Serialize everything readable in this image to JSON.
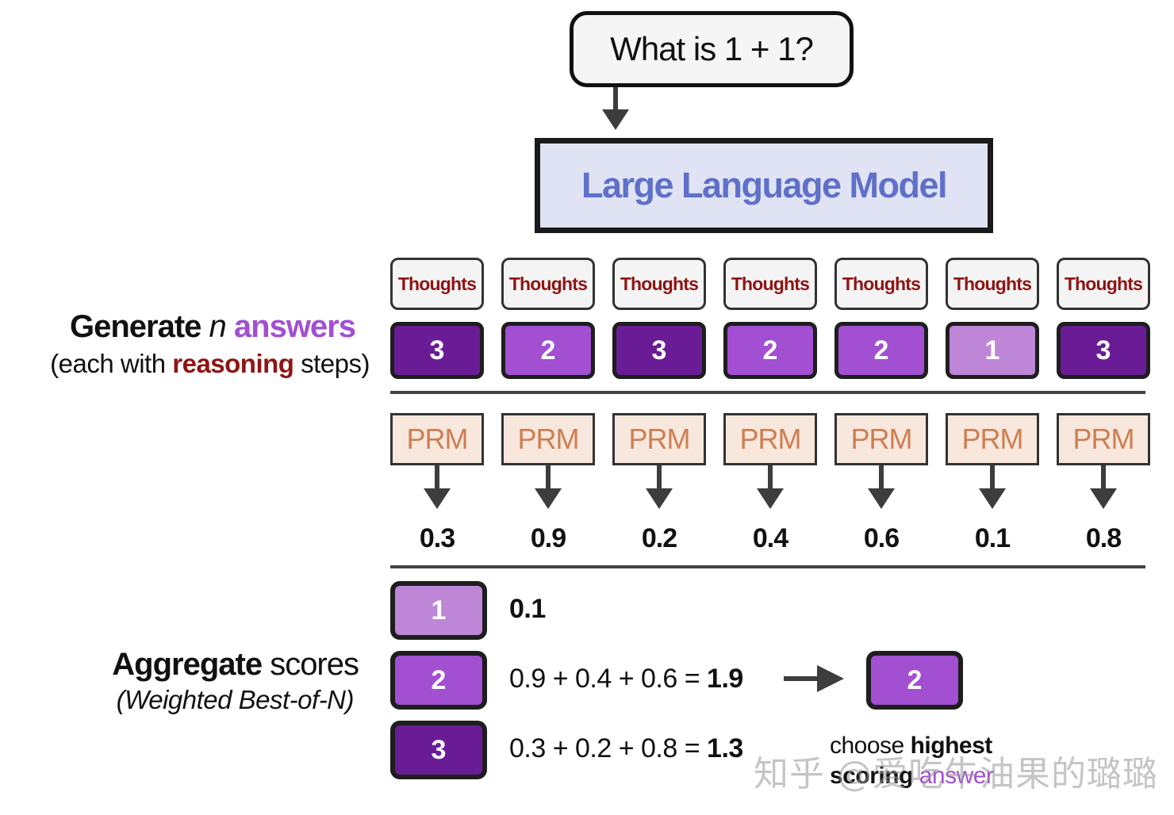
{
  "question": "What is 1 + 1?",
  "model": "Large Language Model",
  "generate_label": {
    "word1": "Generate",
    "n": "n",
    "answers": "answers",
    "sub_open": "(each with",
    "reasoning": "reasoning",
    "sub_close": "steps)"
  },
  "columns": [
    {
      "thought": "Thoughts",
      "answer": "3",
      "prm": "PRM",
      "score": "0.3"
    },
    {
      "thought": "Thoughts",
      "answer": "2",
      "prm": "PRM",
      "score": "0.9"
    },
    {
      "thought": "Thoughts",
      "answer": "3",
      "prm": "PRM",
      "score": "0.2"
    },
    {
      "thought": "Thoughts",
      "answer": "2",
      "prm": "PRM",
      "score": "0.4"
    },
    {
      "thought": "Thoughts",
      "answer": "2",
      "prm": "PRM",
      "score": "0.6"
    },
    {
      "thought": "Thoughts",
      "answer": "1",
      "prm": "PRM",
      "score": "0.1"
    },
    {
      "thought": "Thoughts",
      "answer": "3",
      "prm": "PRM",
      "score": "0.8"
    }
  ],
  "answer_colors": {
    "1": "#bd86d6",
    "2": "#a24fd1",
    "3": "#6a1c96"
  },
  "aggregate_label": {
    "word1": "Aggregate",
    "word2": "scores",
    "sub": "(Weighted Best-of-N)"
  },
  "aggregate_rows": [
    {
      "answer": "1",
      "expr": "",
      "total": "0.1"
    },
    {
      "answer": "2",
      "expr": "0.9 + 0.4 + 0.6 = ",
      "total": "1.9"
    },
    {
      "answer": "3",
      "expr": "0.3 + 0.2 + 0.8 = ",
      "total": "1.3"
    }
  ],
  "chosen_answer": "2",
  "choose_text": {
    "line1_a": "choose",
    "line1_b": "highest",
    "line2_a": "scoring",
    "line2_b": "answer"
  },
  "watermark": "知乎 @爱吃牛油果的璐璐"
}
